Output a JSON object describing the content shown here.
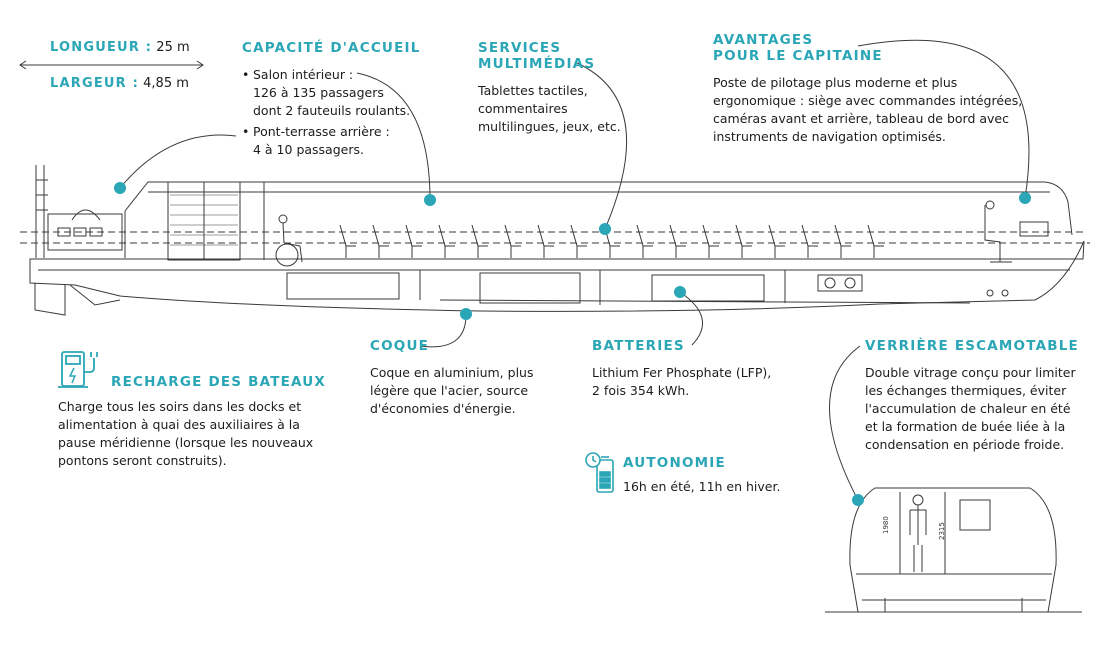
{
  "colors": {
    "accent": "#2aa6b6",
    "line": "#3a3a3a",
    "text": "#1d1d1b"
  },
  "dimensions": {
    "length_label": "LONGUEUR :",
    "length_value": "25 m",
    "width_label": "LARGEUR :",
    "width_value": "4,85 m"
  },
  "capacity": {
    "title": "CAPACITÉ D'ACCUEIL",
    "items": [
      "Salon intérieur :\n126 à 135 passagers\ndont 2 fauteuils roulants.",
      "Pont-terrasse arrière :\n4 à 10 passagers."
    ]
  },
  "multimedia": {
    "title": "SERVICES\nMULTIMÉDIAS",
    "text": "Tablettes tactiles,\ncommentaires\nmultilingues, jeux, etc."
  },
  "captain": {
    "title": "AVANTAGES\nPOUR LE CAPITAINE",
    "text": "Poste de pilotage plus moderne et plus\nergonomique : siège avec commandes intégrées,\ncaméras avant et arrière, tableau de bord avec\ninstruments de navigation optimisés."
  },
  "charging": {
    "title": "RECHARGE DES BATEAUX",
    "icon": "ev-charger-icon",
    "text": "Charge tous les soirs dans les docks et\nalimentation à quai des auxiliaires à la\npause méridienne (lorsque les nouveaux\npontons seront construits)."
  },
  "hull": {
    "title": "COQUE",
    "text": "Coque en aluminium, plus\nlégère que l'acier, source\nd'économies d'énergie."
  },
  "batteries": {
    "title": "BATTERIES",
    "text": "Lithium Fer Phosphate (LFP),\n2 fois 354 kWh."
  },
  "autonomy": {
    "title": "AUTONOMIE",
    "icon": "battery-clock-icon",
    "text": "16h en été, 11h en hiver."
  },
  "canopy": {
    "title": "VERRIÈRE ESCAMOTABLE",
    "text": "Double vitrage conçu pour limiter\nles échanges thermiques, éviter\nl'accumulation de chaleur en été\net la formation de buée liée à la\ncondensation en période froide.",
    "dim_height": "1980",
    "dim_depth": "2315"
  }
}
